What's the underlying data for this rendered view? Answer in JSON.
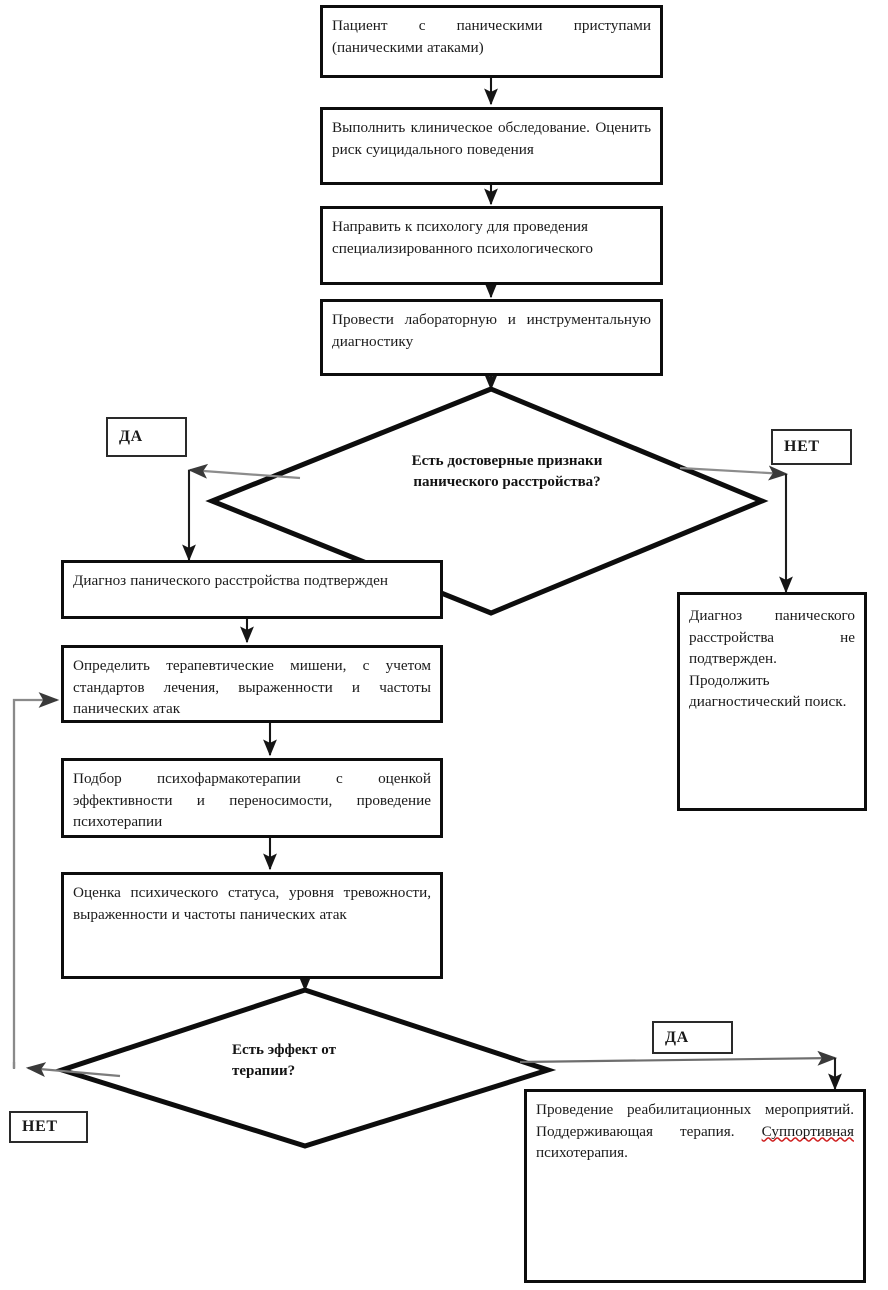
{
  "title": "Алгоритм ведения пациента с паническими приступами",
  "colors": {
    "stroke": "#0d0d0d",
    "background": "#ffffff",
    "text": "#1b1b1b",
    "spellcheck_underline": "#cf2020",
    "arrow_gray": "#6e6e6e"
  },
  "nodes": {
    "patient": "Пациент с паническими приступами (паническими атаками)",
    "clinical_exam": "Выполнить клиническое обследование. Оценить риск суицидального поведения",
    "refer_psychologist": "Направить к психологу для проведения специализированного психологического",
    "lab_diagnostics": "Провести лабораторную и инструментальную диагностику",
    "diagnosis_confirmed": "Диагноз панического расстройства подтвержден",
    "diagnosis_not_confirmed": "Диагноз панического расстройства не подтвержден. Продолжить диагностический поиск.",
    "targets": "Определить терапевтические мишени, с учетом стандартов лечения, выраженности и частоты панических атак",
    "pharmacotherapy": "Подбор психофармакотерапии с оценкой эффективности и переносимости, проведение психотерапии",
    "assessment": "Оценка психического статуса, уровня тревожности, выраженности и частоты панических атак",
    "rehabilitation_prefix": "Проведение реабилитационных мероприятий. Поддерживающая терапия. ",
    "rehabilitation_spellcheck_word": "Суппортивная",
    "rehabilitation_suffix": " психотерапия."
  },
  "decisions": {
    "panic_disorder": "Есть достоверные признаки\nпанического расстройства?",
    "therapy_effect": "Есть эффект от\nтерапии?"
  },
  "branch_labels": {
    "yes_top": "ДА",
    "no_top": "НЕТ",
    "yes_bottom": "ДА",
    "no_bottom": "НЕТ"
  }
}
